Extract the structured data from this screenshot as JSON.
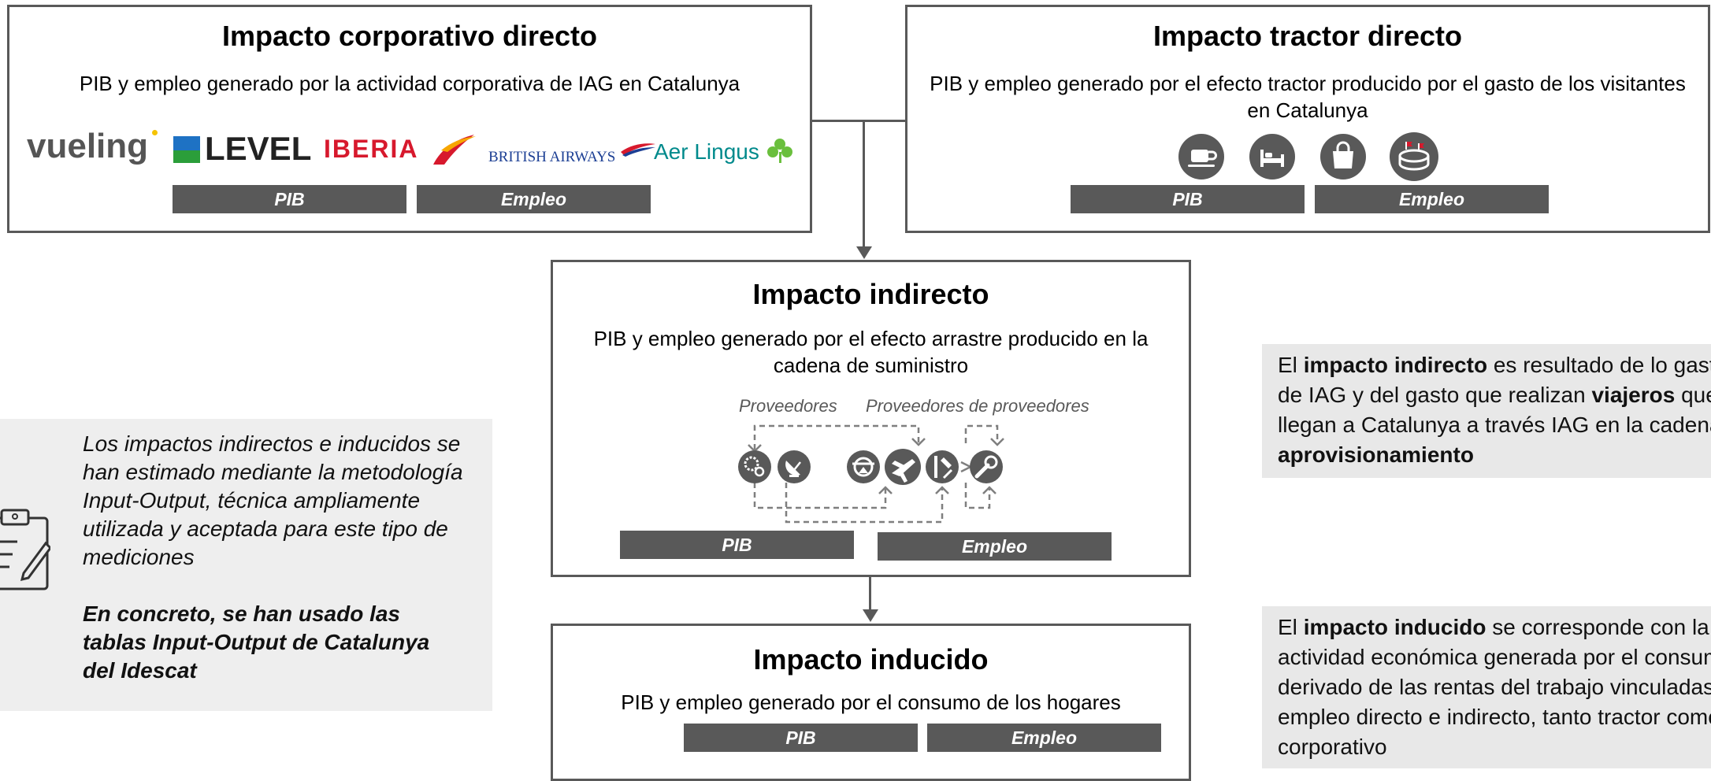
{
  "corporativo": {
    "title": "Impacto corporativo directo",
    "desc": "PIB y empleo generado por la actividad corporativa de IAG en Catalunya",
    "logos": {
      "vueling": "vueling",
      "level": "LEVEL",
      "iberia": "IBERIA",
      "british": "BRITISH AIRWAYS",
      "aerlingus": "Aer Lingus"
    },
    "pib": "PIB",
    "empleo": "Empleo"
  },
  "tractor": {
    "title": "Impacto tractor directo",
    "desc": "PIB y empleo generado por el efecto tractor producido por el gasto de los visitantes en Catalunya",
    "icons": [
      "coffee-cup-icon",
      "bed-icon",
      "shopping-bag-icon",
      "stadium-icon"
    ],
    "pib": "PIB",
    "empleo": "Empleo"
  },
  "indirecto": {
    "title": "Impacto indirecto",
    "desc": "PIB y empleo generado por el efecto arrastre producido en la cadena de suministro",
    "proveedores": "Proveedores",
    "proveedores_de_proveedores": "Proveedores de proveedores",
    "icons": [
      "gears-icon",
      "satellite-dish-icon",
      "aviator-badge-icon",
      "airplane-icon",
      "tools-icon",
      "wrench-icon"
    ],
    "pib": "PIB",
    "empleo": "Empleo"
  },
  "inducido": {
    "title": "Impacto inducido",
    "desc": "PIB y empleo generado por el consumo de los hogares",
    "pib": "PIB",
    "empleo": "Empleo"
  },
  "left_note": {
    "italic": "Los impactos indirectos e inducidos se han estimado mediante la metodología Input-Output, técnica ampliamente utilizada y aceptada para este tipo de mediciones",
    "bold": "En concreto, se han usado las tablas Input-Output  de Catalunya del Idescat"
  },
  "right_note_1": {
    "p1": "El ",
    "b1": "impacto indirecto",
    "p2": " es resultado de lo gastos de IAG y del gasto que realizan ",
    "b2": "viajeros",
    "p3": " que llegan a Catalunya a través IAG en la cadena de ",
    "b3": "aprovisionamiento"
  },
  "right_note_2": {
    "p1": "El ",
    "b1": "impacto inducido",
    "p2": " se corresponde con la actividad económica generada por el consumo derivado de las rentas del trabajo vinculadas al empleo directo e indirecto, tanto tractor como corporativo"
  },
  "colors": {
    "dark_gray": "#595959",
    "note_bg": "#eeeeee",
    "iberia_red": "#d7192d",
    "level_blue": "#1e72c4",
    "level_green": "#2b9e3a",
    "aer_green": "#6abf3d",
    "aer_teal": "#008a8c",
    "ba_blue": "#1c3f94"
  }
}
